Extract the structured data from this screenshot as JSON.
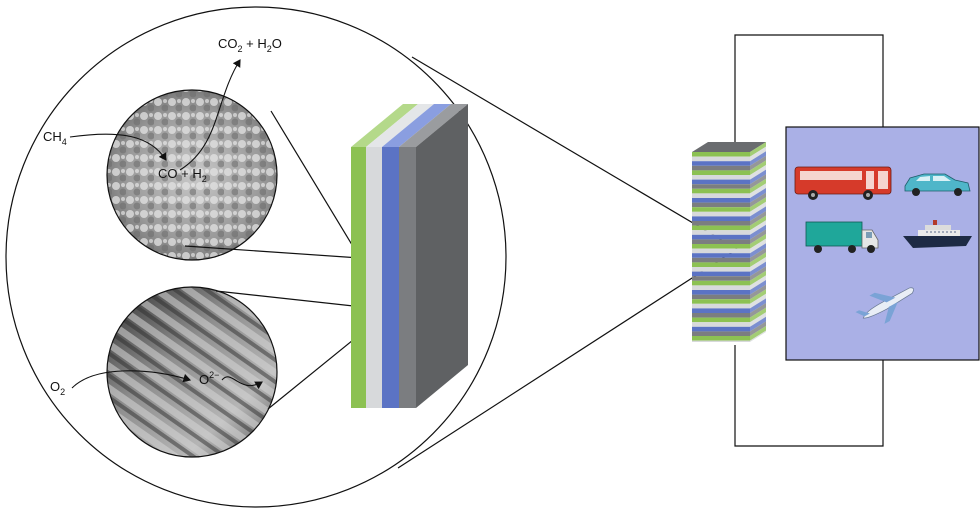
{
  "labels": {
    "ch4": {
      "main": "CH",
      "sub": "4"
    },
    "products_top": {
      "a": "CO",
      "a_sub": "2",
      "b": " + H",
      "b_sub": "2",
      "c": "O"
    },
    "syngas": {
      "a": "CO + H",
      "a_sub": "2"
    },
    "o2": {
      "main": "O",
      "sub": "2"
    },
    "oxide_ion": {
      "main": "O",
      "sup": "2−"
    }
  },
  "colors": {
    "green": "#8cc152",
    "light_gray": "#d7d9db",
    "blue": "#5b73c4",
    "gray": "#7b7d80",
    "dark_gray": "#5f6163",
    "panel": "#aab0e6",
    "line": "#111111"
  },
  "icons": [
    "bus-icon",
    "car-icon",
    "truck-icon",
    "ship-icon",
    "airplane-icon"
  ]
}
